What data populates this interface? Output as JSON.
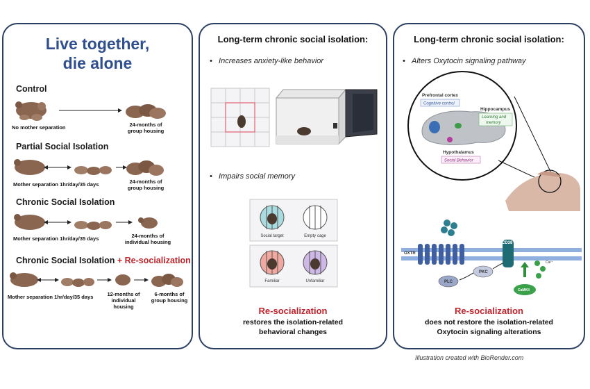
{
  "left_panel": {
    "title_line1": "Live together,",
    "title_line2": "die alone",
    "groups": [
      {
        "name": "Control",
        "captions": [
          "No mother separation",
          "24-months of\ngroup housing"
        ]
      },
      {
        "name": "Partial Social Isolation",
        "captions": [
          "Mother separation 1hr/day/35 days",
          "24-months of\ngroup housing"
        ]
      },
      {
        "name": "Chronic Social Isolation",
        "captions": [
          "Mother separation 1hr/day/35 days",
          "24-months of\nindividual housing"
        ]
      },
      {
        "name": "Chronic Social Isolation",
        "name_suffix": "+ Re-socialization",
        "captions": [
          "Mother separation 1hr/day/35 days",
          "12-months of\nindividual housing",
          "6-months of\ngroup housing"
        ]
      }
    ]
  },
  "middle_panel": {
    "title": "Long-term chronic social isolation:",
    "bullet1": "Increases anxiety-like behavior",
    "bullet2": "Impairs social memory",
    "cage_labels": [
      "Social target",
      "Empty cage",
      "Familiar",
      "Unfamiliar"
    ],
    "bottom_red": "Re-socialization",
    "bottom_text_line1": "restores the isolation-related",
    "bottom_text_line2": "behavioral changes"
  },
  "right_panel": {
    "title": "Long-term chronic social isolation:",
    "bullet1": "Alters Oxytocin signaling pathway",
    "brain_labels": {
      "pfc": "Prefrontal cortex",
      "pfc_sub": "Cognitive control",
      "hippo": "Hippocampus",
      "hippo_sub": "Learning and\nmemory",
      "hypo": "Hypothalamus",
      "hypo_sub": "Social Behavior"
    },
    "pathway_labels": {
      "receptor": "OXTR",
      "plc": "PLC",
      "pkc": "PKC",
      "cd38": "CD38",
      "camkii": "CaMKII",
      "ca": "Ca²⁺"
    },
    "bottom_red": "Re-socialization",
    "bottom_text_line1": "does not restore the isolation-related",
    "bottom_text_line2": "Oxytocin signaling alterations"
  },
  "credit": "Illustration created with BioRender.com",
  "colors": {
    "border": "#2b3f63",
    "title_blue": "#2f4f8e",
    "red": "#c0232a",
    "mouse": "#8a6650",
    "membrane": "#3f5fa0"
  }
}
